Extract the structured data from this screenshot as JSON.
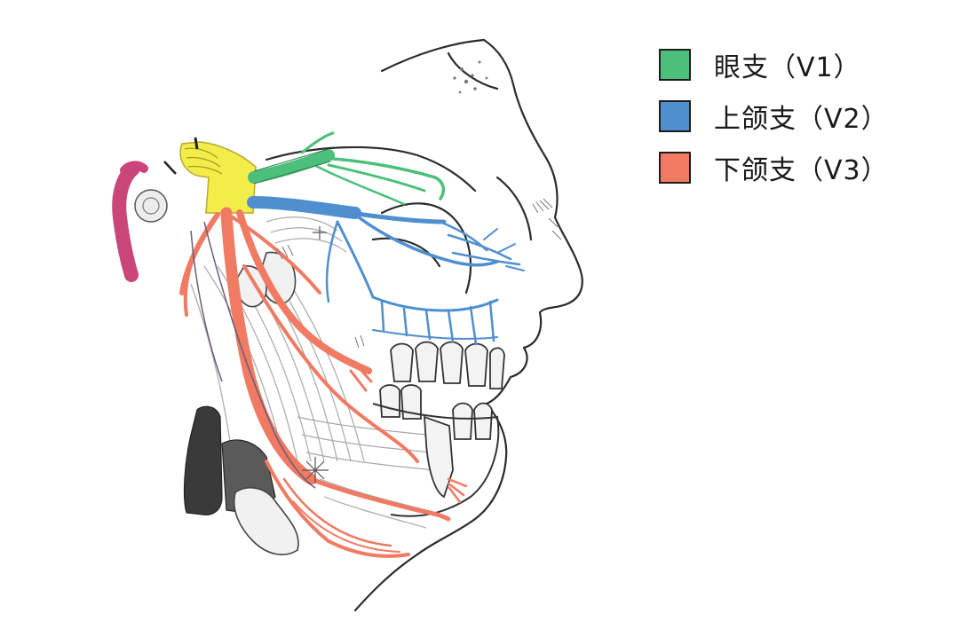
{
  "legend": {
    "items": [
      {
        "label": "眼支（V1）",
        "color": "#4cbf7a"
      },
      {
        "label": "上颌支（V2）",
        "color": "#4f8fd0"
      },
      {
        "label": "下颌支（V3）",
        "color": "#f07a62"
      }
    ]
  },
  "colors": {
    "ganglion": "#f4ec48",
    "artery": "#c9457a",
    "outline": "#2b2b2b",
    "shading": "#9a9a9a",
    "vein": "#3a3a3a"
  }
}
